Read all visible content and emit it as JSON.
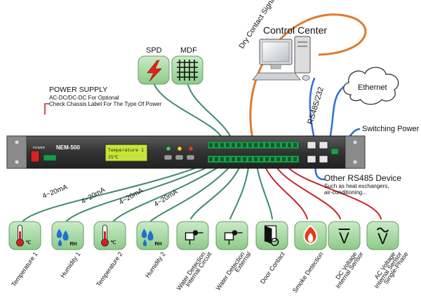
{
  "labels": {
    "control_center": "Control Center",
    "dry_contact": "Dry Contact Signal",
    "rs485_232": "RS485/232",
    "ethernet": "Ethernet",
    "switching_power": "Switching Power",
    "other_rs485": "Other RS485 Device",
    "other_rs485_sub1": "Such as heat exchangers,",
    "other_rs485_sub2": "air-conditioning...",
    "power_supply": "POWER SUPPLY",
    "power_supply_sub1": "AC-DC/DC-DC For Optional",
    "power_supply_sub2": "Check Chassis Label For The Type Of Power",
    "spd": "SPD",
    "mdf": "MDF"
  },
  "device": {
    "model": "NEM-500",
    "power_label": "POWER",
    "lcd_line1": "Temperature  1",
    "lcd_line2": "25℃"
  },
  "current_labels": [
    "4~20mA",
    "4~20mA",
    "4~20mA",
    "4~20mA"
  ],
  "sensors": [
    {
      "label": "Temperature 1",
      "icon": "thermometer-icon",
      "unit": "℃"
    },
    {
      "label": "Humidity 1",
      "icon": "droplets-icon",
      "unit": "RH"
    },
    {
      "label": "Temperature 2",
      "icon": "thermometer-icon",
      "unit": "℃"
    },
    {
      "label": "Humidity 2",
      "icon": "droplets-icon",
      "unit": "RH"
    },
    {
      "label": "Water Detection",
      "label2": "Internal Circuit",
      "icon": "water-detector-icon"
    },
    {
      "label": "Water Detection",
      "label2": "External",
      "icon": "water-detector-icon"
    },
    {
      "label": "Door Contact",
      "icon": "door-contact-icon"
    },
    {
      "label": "Smoke Detection",
      "icon": "flame-icon"
    },
    {
      "label": "DC Voltage",
      "label2": "Internal Sensor",
      "icon": "dc-voltage-icon",
      "symbol": "V"
    },
    {
      "label": "AC Voltage",
      "label2": "Internal Sensor",
      "label3": "Single-Phase",
      "icon": "ac-voltage-icon",
      "symbol": "V"
    }
  ],
  "colors": {
    "tile_green": "#9fd39c",
    "wire_green": "#3f8a69",
    "wire_red": "#c4262a",
    "wire_orange": "#e07a2c",
    "wire_blue": "#2f6fd0",
    "panel": "#3a3a3a",
    "lcd": "#c7e43a"
  }
}
